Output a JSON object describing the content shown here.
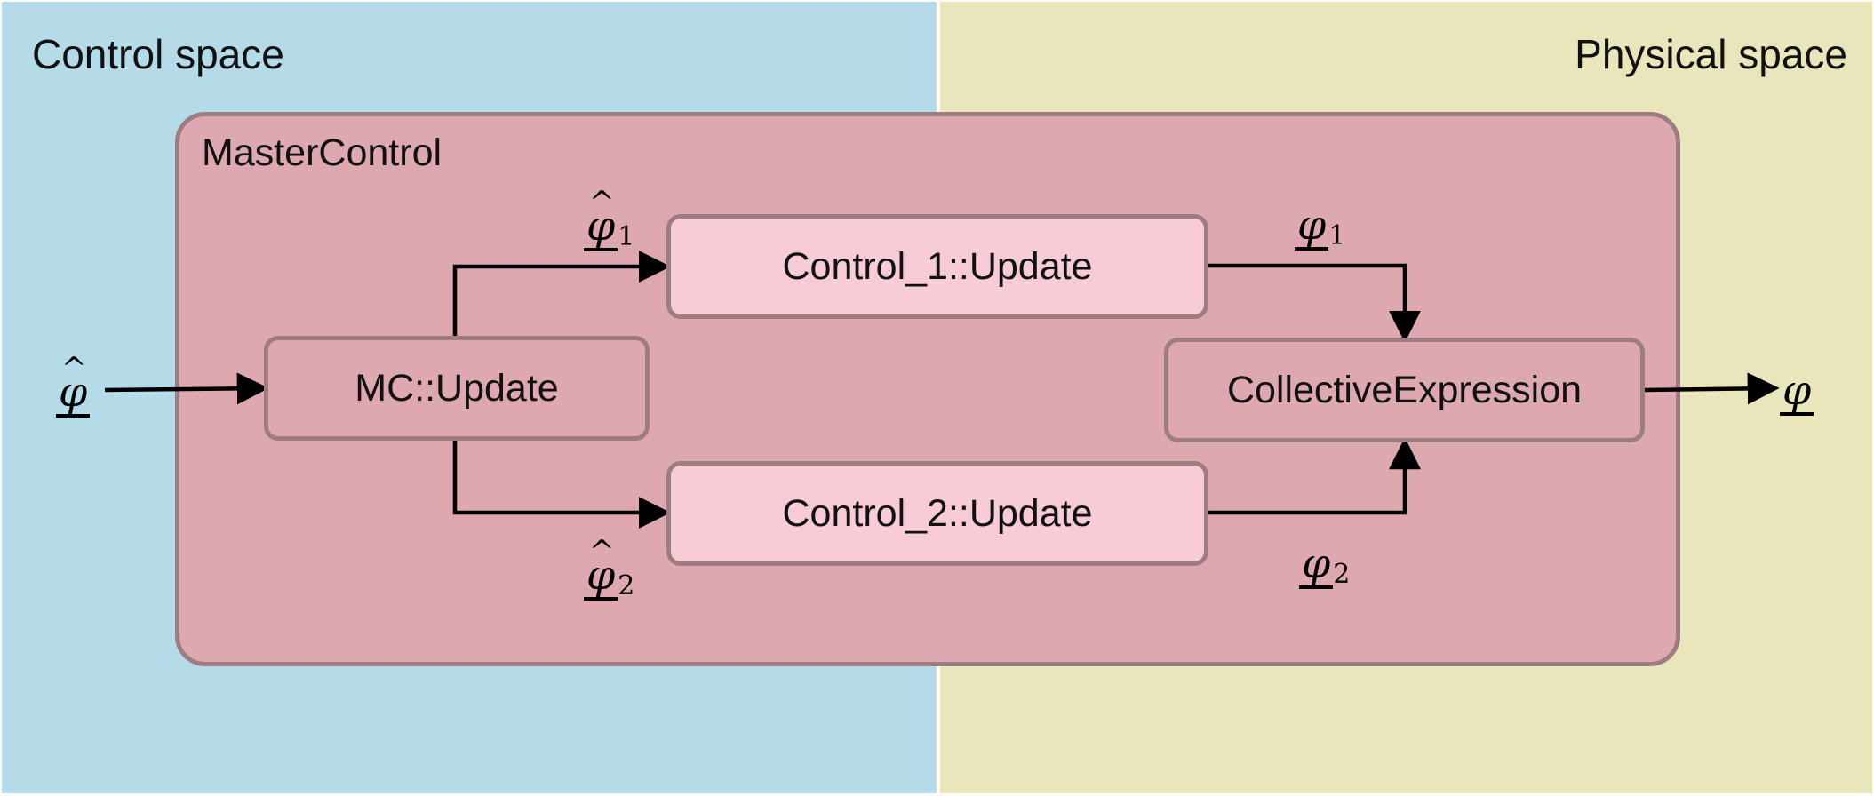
{
  "regions": {
    "control": {
      "label": "Control space",
      "color": "#b5dbe9"
    },
    "physical": {
      "label": "Physical space",
      "color": "#e9e6bb"
    }
  },
  "master": {
    "label": "MasterControl",
    "fill": "#dda8af",
    "border": "#9d7d81"
  },
  "nodes": {
    "mc": {
      "label": "MC::Update"
    },
    "control1": {
      "label": "Control_1::Update"
    },
    "control2": {
      "label": "Control_2::Update"
    },
    "collective": {
      "label": "CollectiveExpression"
    }
  },
  "symbols": {
    "input": {
      "glyph": "φ",
      "hat": "^",
      "subscript": ""
    },
    "hat1": {
      "glyph": "φ",
      "hat": "^",
      "subscript": "1"
    },
    "hat2": {
      "glyph": "φ",
      "hat": "^",
      "subscript": "2"
    },
    "phys1": {
      "glyph": "φ",
      "subscript": "1"
    },
    "phys2": {
      "glyph": "φ",
      "subscript": "2"
    },
    "output": {
      "glyph": "φ",
      "subscript": ""
    }
  }
}
